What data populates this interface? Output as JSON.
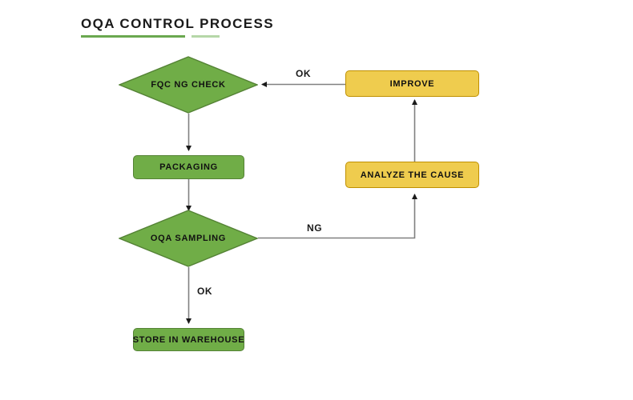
{
  "document": {
    "title": "OQA CONTROL PROCESS",
    "background_color": "#ffffff"
  },
  "theme": {
    "green_fill": "#70ad47",
    "green_stroke": "#548235",
    "yellow_fill": "#efcc4e",
    "yellow_stroke": "#bf9000",
    "connector_color": "#808080",
    "arrow_color": "#1a1a1a",
    "title_underline_main": "#6aa84f",
    "title_underline_light": "#b6d7a8",
    "text_color": "#111111"
  },
  "flowchart": {
    "type": "flowchart",
    "nodes": [
      {
        "id": "fqc-ng-check",
        "label": "FQC NG CHECK",
        "shape": "diamond",
        "color": "green"
      },
      {
        "id": "packaging",
        "label": "PACKAGING",
        "shape": "rectangle",
        "color": "green"
      },
      {
        "id": "oqa-sampling",
        "label": "OQA SAMPLING",
        "shape": "diamond",
        "color": "green"
      },
      {
        "id": "store-in-warehouse",
        "label": "STORE IN WAREHOUSE",
        "shape": "rectangle",
        "color": "green"
      },
      {
        "id": "improve",
        "label": "IMPROVE",
        "shape": "rectangle",
        "color": "yellow"
      },
      {
        "id": "analyze-the-cause",
        "label": "ANALYZE THE CAUSE",
        "shape": "rectangle",
        "color": "yellow"
      }
    ],
    "edges": [
      {
        "id": "e-fqc-packaging",
        "from": "fqc-ng-check",
        "to": "packaging",
        "label": ""
      },
      {
        "id": "e-packaging-oqa",
        "from": "packaging",
        "to": "oqa-sampling",
        "label": ""
      },
      {
        "id": "e-oqa-store",
        "from": "oqa-sampling",
        "to": "store-in-warehouse",
        "label": "OK"
      },
      {
        "id": "e-oqa-analyze",
        "from": "oqa-sampling",
        "to": "analyze-the-cause",
        "label": "NG"
      },
      {
        "id": "e-analyze-improve",
        "from": "analyze-the-cause",
        "to": "improve",
        "label": ""
      },
      {
        "id": "e-improve-fqc",
        "from": "improve",
        "to": "fqc-ng-check",
        "label": "OK"
      }
    ],
    "edge_labels": {
      "improve_to_fqc": "OK",
      "oqa_to_analyze": "NG",
      "oqa_to_store": "OK"
    }
  }
}
